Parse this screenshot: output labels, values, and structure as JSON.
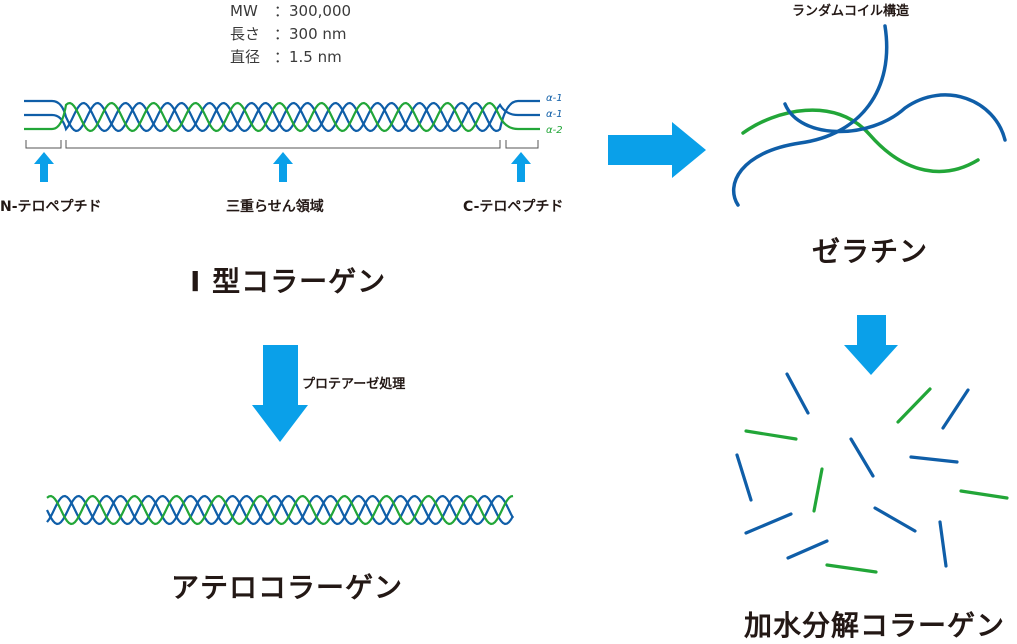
{
  "specs": [
    {
      "key": "MW",
      "value": "：300,000"
    },
    {
      "key": "長さ",
      "value": "：300 nm"
    },
    {
      "key": "直径",
      "value": "：1.5 nm"
    }
  ],
  "chain_labels": [
    "α-1",
    "α-1",
    "α-2"
  ],
  "colors": {
    "alpha1": "#0f5ea8",
    "alpha2": "#22a638",
    "arrow": "#0aa0e9",
    "text": "#231815"
  },
  "labels": {
    "n_telopeptide": "N-テロペプチド",
    "triple_helix": "三重らせん領域",
    "c_telopeptide": "C-テロペプチド",
    "type1_collagen": "I 型コラーゲン",
    "protease": "プロテアーゼ処理",
    "atelocollagen": "アテロコラーゲン",
    "random_coil": "ランダムコイル構造",
    "gelatin": "ゼラチン",
    "hydrolyzed": "加水分解コラーゲン"
  }
}
